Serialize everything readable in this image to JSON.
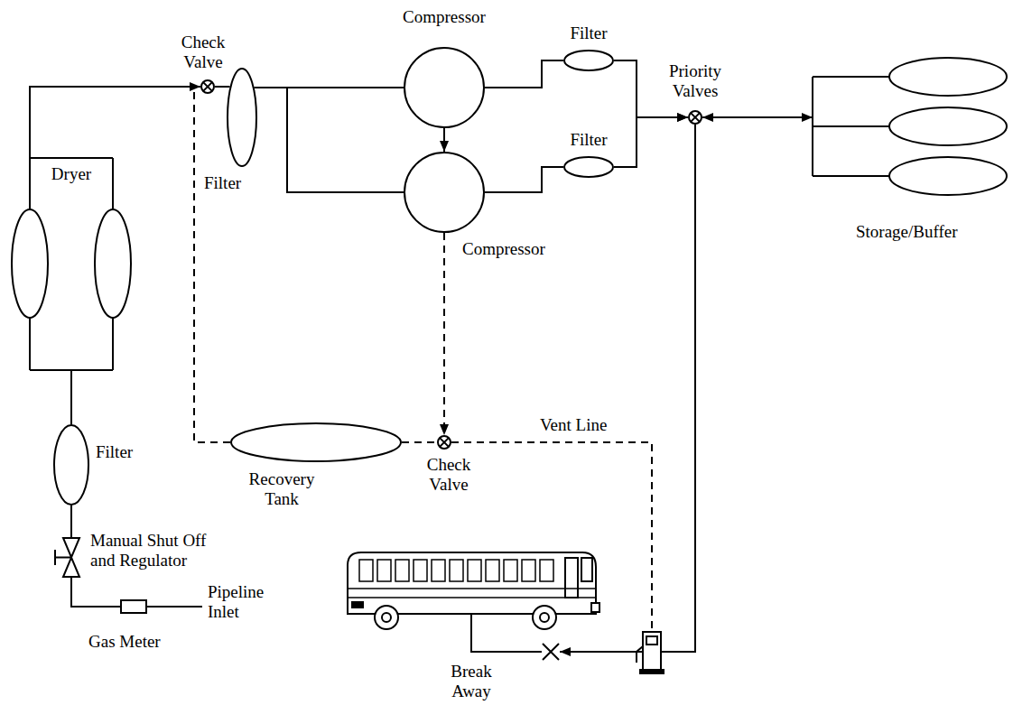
{
  "diagram": {
    "nodes": [
      {
        "text": [
          "Check Valve"
        ]
      },
      {
        "text": [
          "Compressor"
        ]
      },
      {
        "text": [
          "Filter"
        ]
      },
      {
        "text": [
          "Priority Valves"
        ]
      },
      {
        "text": [
          "Dryer"
        ]
      },
      {
        "text": [
          "Filter"
        ]
      },
      {
        "text": [
          "Filter"
        ]
      },
      {
        "text": [
          "Compressor"
        ]
      },
      {
        "text": [
          "Storage/Buffer"
        ]
      },
      {
        "text": [
          "Recovery Tank"
        ]
      },
      {
        "text": [
          "Check Valve"
        ]
      },
      {
        "text": [
          "Filter"
        ]
      },
      {
        "text": [
          "Manual Shut Off and Regulator"
        ]
      },
      {
        "text": [
          "Gas Meter"
        ]
      },
      {
        "text": [
          "Break Away"
        ]
      }
    ],
    "edges": [
      {
        "from": 4,
        "to": 0,
        "arrow": "to"
      },
      {
        "from": 0,
        "to": 5,
        "arrow": "none"
      },
      {
        "from": 5,
        "to": 1,
        "arrow": "none"
      },
      {
        "from": 5,
        "to": 7,
        "arrow": "none"
      },
      {
        "from": 1,
        "to": 7,
        "arrow": "to"
      },
      {
        "from": 1,
        "to": 2,
        "arrow": "none"
      },
      {
        "from": 7,
        "to": 6,
        "arrow": "none"
      },
      {
        "from": 2,
        "to": 3,
        "arrow": "to"
      },
      {
        "from": 6,
        "to": 3,
        "arrow": "to"
      },
      {
        "from": 3,
        "to": 8,
        "arrow": "both"
      },
      {
        "from": 3,
        "to": 14,
        "arrow": "to"
      },
      {
        "from": 7,
        "to": 10,
        "arrow": "to"
      },
      {
        "from": 9,
        "to": 10,
        "arrow": "none"
      },
      {
        "from": 9,
        "to": 0,
        "arrow": "none"
      },
      {
        "from": 11,
        "to": 4,
        "arrow": "none"
      },
      {
        "from": 12,
        "to": 11,
        "arrow": "none"
      },
      {
        "from": 13,
        "to": 12,
        "arrow": "none"
      }
    ],
    "labels": [
      "Vent Line",
      "Pipeline Inlet"
    ]
  }
}
